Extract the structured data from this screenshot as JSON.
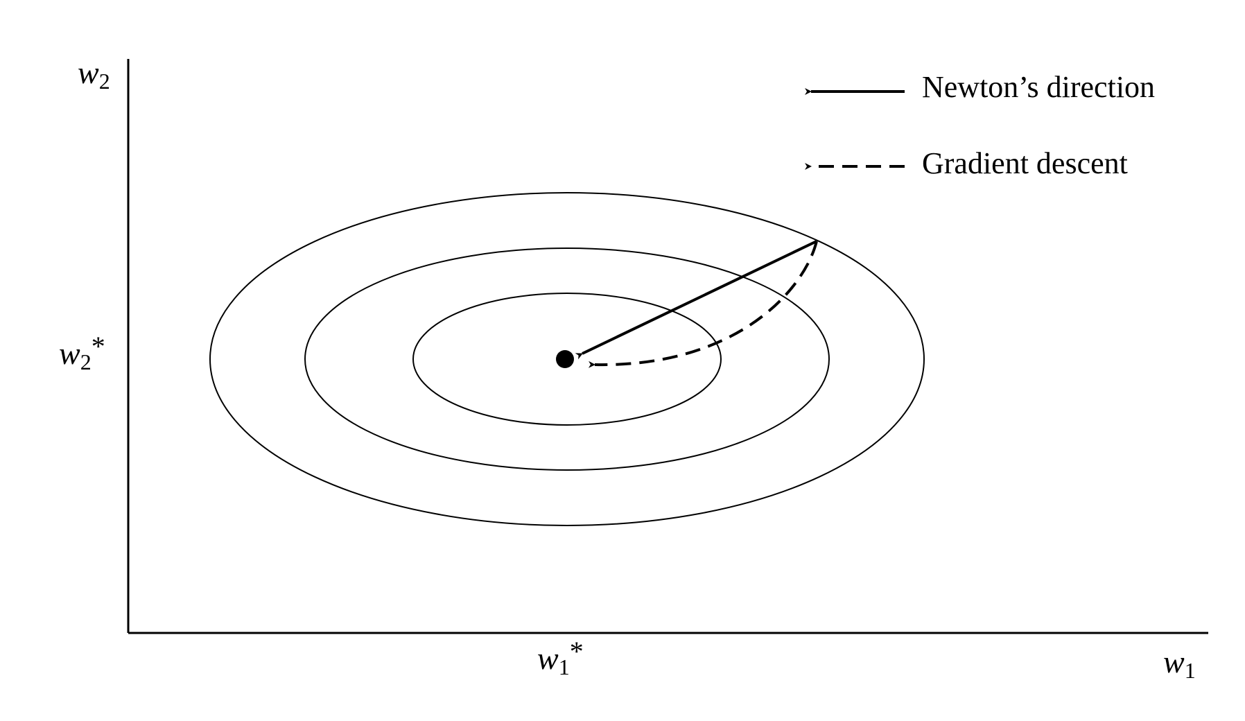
{
  "axes": {
    "x_label": {
      "base": "w",
      "sub": "1"
    },
    "y_label": {
      "base": "w",
      "sub": "2"
    },
    "x_opt_label": {
      "base": "w",
      "sub": "1",
      "suffix": "*"
    },
    "y_opt_label": {
      "base": "w",
      "sub": "2",
      "suffix": "*"
    }
  },
  "legend": {
    "items": [
      {
        "label": "Newton’s direction",
        "style": "solid"
      },
      {
        "label": "Gradient descent",
        "style": "dashed"
      }
    ]
  },
  "colors": {
    "ink": "#000000",
    "background": "#ffffff"
  }
}
